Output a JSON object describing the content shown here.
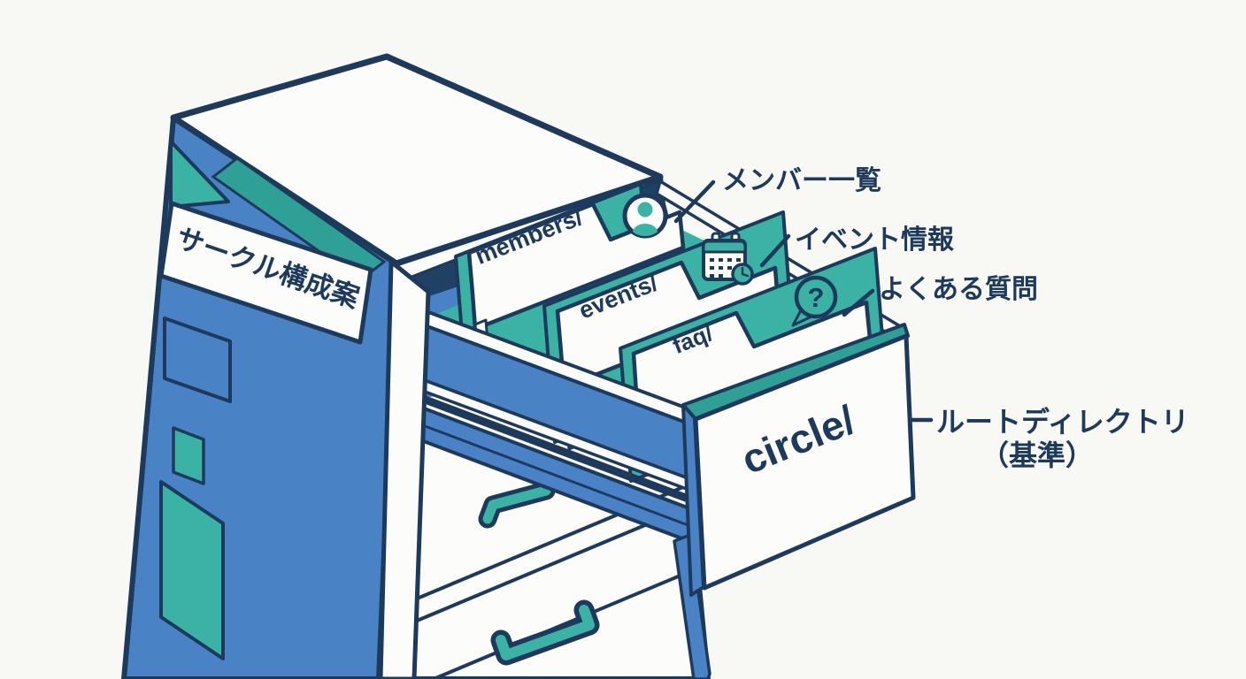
{
  "cabinet": {
    "label": "サークル構成案"
  },
  "drawer": {
    "front_label": "circle/"
  },
  "folders": [
    {
      "name": "members/",
      "icon": "person",
      "annotation": "メンバー一覧"
    },
    {
      "name": "events/",
      "icon": "calendar",
      "annotation": "イベント情報"
    },
    {
      "name": "faq/",
      "icon": "question",
      "annotation": "よくある質問",
      "icon_glyph": "?"
    }
  ],
  "root_annotation": {
    "line1": "ルートディレクトリ",
    "line2": "（基準）"
  },
  "colors": {
    "navy": "#1d3a5c",
    "opening": "#1f4164",
    "blue": "#4a82c6",
    "teal": "#3bb3a4",
    "teal_dark": "#2fa095",
    "paper": "#fcfcfa",
    "background": "#f8f8f4"
  }
}
